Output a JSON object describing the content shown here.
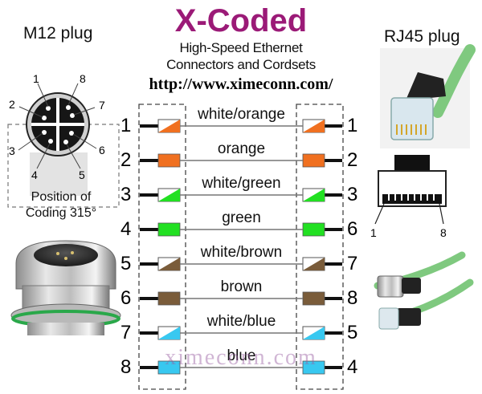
{
  "title": "X-Coded",
  "subtitle_line1": "High-Speed Ethernet",
  "subtitle_line2": "Connectors and Cordsets",
  "url": "http://www.ximeconn.com/",
  "m12_label": "M12 plug",
  "rj45_label": "RJ45 plug",
  "coding_line1": "Position of",
  "coding_line2": "Coding 315°",
  "m12_pin_numbers": [
    "1",
    "2",
    "3",
    "4",
    "5",
    "6",
    "7",
    "8"
  ],
  "rj45_pin_numbers": [
    "1",
    "8"
  ],
  "watermark": "ximeconn.com",
  "colors": {
    "title": "#9b1a77",
    "orange": "#f07020",
    "green": "#22e022",
    "brown": "#7a5c3a",
    "blue": "#38c8f0",
    "cable_green": "#7fc97f"
  },
  "wires": [
    {
      "left_pin": "1",
      "right_pin": "1",
      "label": "white/orange",
      "color": "#f07020",
      "striped": true
    },
    {
      "left_pin": "2",
      "right_pin": "2",
      "label": "orange",
      "color": "#f07020",
      "striped": false
    },
    {
      "left_pin": "3",
      "right_pin": "3",
      "label": "white/green",
      "color": "#22e022",
      "striped": true
    },
    {
      "left_pin": "4",
      "right_pin": "6",
      "label": "green",
      "color": "#22e022",
      "striped": false
    },
    {
      "left_pin": "5",
      "right_pin": "7",
      "label": "white/brown",
      "color": "#7a5c3a",
      "striped": true
    },
    {
      "left_pin": "6",
      "right_pin": "8",
      "label": "brown",
      "color": "#7a5c3a",
      "striped": false
    },
    {
      "left_pin": "7",
      "right_pin": "5",
      "label": "white/blue",
      "color": "#38c8f0",
      "striped": true
    },
    {
      "left_pin": "8",
      "right_pin": "4",
      "label": "blue",
      "color": "#38c8f0",
      "striped": false
    }
  ]
}
